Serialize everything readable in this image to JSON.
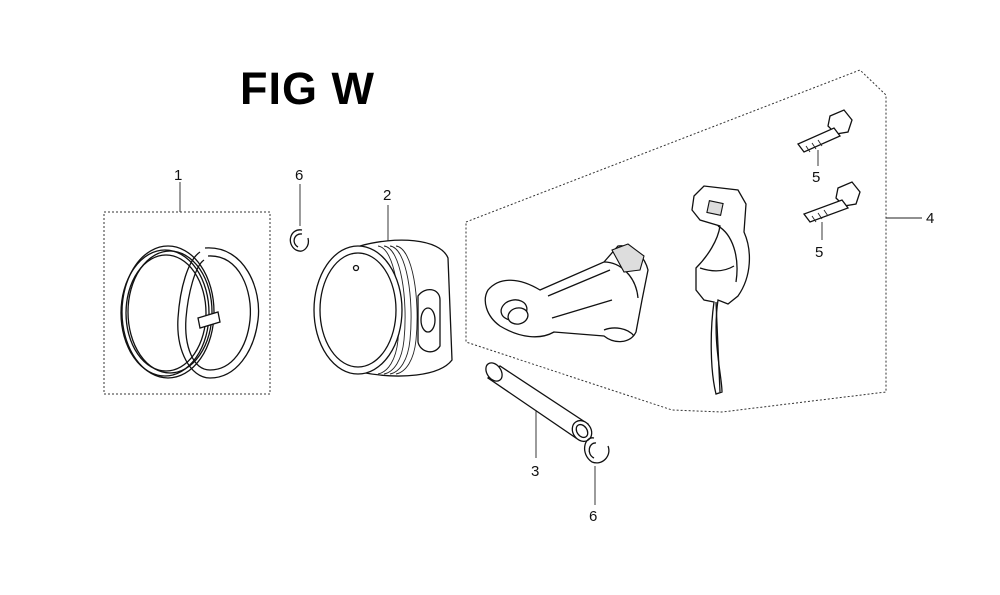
{
  "figure": {
    "title": "FIG W"
  },
  "callouts": {
    "ring_set": "1",
    "piston": "2",
    "piston_pin": "3",
    "connecting_rod": "4",
    "bolt_upper": "5",
    "bolt_lower": "5",
    "clip_upper": "6",
    "clip_lower": "6"
  }
}
